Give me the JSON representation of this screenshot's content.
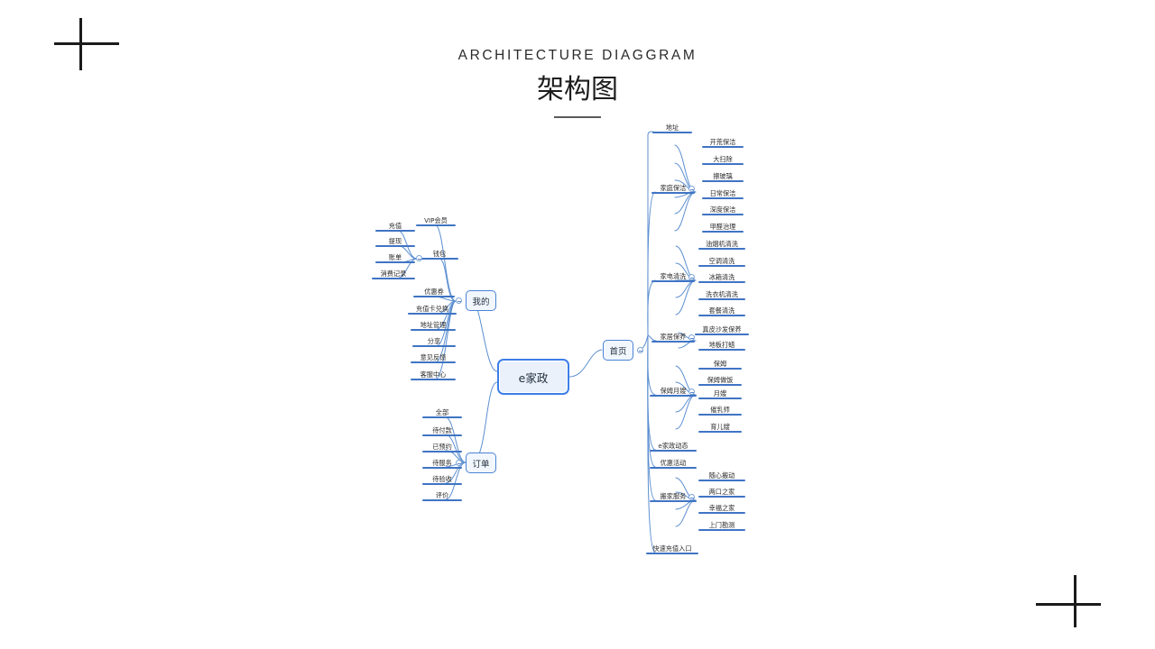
{
  "header": {
    "english_title": "ARCHITECTURE DIAGGRAM",
    "chinese_title": "架构图"
  },
  "diagram": {
    "root": {
      "label": "e家政"
    },
    "branches": [
      {
        "label": "我的",
        "side": "left",
        "children": [
          {
            "label": "VIP会员"
          },
          {
            "label": "钱包",
            "children": [
              {
                "label": "充值"
              },
              {
                "label": "提现"
              },
              {
                "label": "账单"
              },
              {
                "label": "消费记录"
              }
            ]
          },
          {
            "label": "优惠券"
          },
          {
            "label": "充值卡兑换"
          },
          {
            "label": "地址管理"
          },
          {
            "label": "分享"
          },
          {
            "label": "意见反馈"
          },
          {
            "label": "客服中心"
          }
        ]
      },
      {
        "label": "订单",
        "side": "left",
        "children": [
          {
            "label": "全部"
          },
          {
            "label": "待付款"
          },
          {
            "label": "已预约"
          },
          {
            "label": "待服务"
          },
          {
            "label": "待验收"
          },
          {
            "label": "评价"
          }
        ]
      },
      {
        "label": "首页",
        "side": "right",
        "children": [
          {
            "label": "地址"
          },
          {
            "label": "家庭保洁",
            "children": [
              {
                "label": "开荒保洁"
              },
              {
                "label": "大扫除"
              },
              {
                "label": "擦玻璃"
              },
              {
                "label": "日常保洁"
              },
              {
                "label": "深度保洁"
              },
              {
                "label": "甲醛治理"
              }
            ]
          },
          {
            "label": "家电清洗",
            "children": [
              {
                "label": "油烟机清洗"
              },
              {
                "label": "空调清洗"
              },
              {
                "label": "冰箱清洗"
              },
              {
                "label": "洗衣机清洗"
              },
              {
                "label": "套餐清洗"
              }
            ]
          },
          {
            "label": "家居保养",
            "children": [
              {
                "label": "真皮沙发保养"
              },
              {
                "label": "地板打蜡"
              }
            ]
          },
          {
            "label": "保姆月嫂",
            "children": [
              {
                "label": "保姆"
              },
              {
                "label": "保姆做饭"
              },
              {
                "label": "月嫂"
              },
              {
                "label": "催乳师"
              },
              {
                "label": "育儿嫂"
              }
            ]
          },
          {
            "label": "e家政动态"
          },
          {
            "label": "优惠活动"
          },
          {
            "label": "搬家服务",
            "children": [
              {
                "label": "随心搬动"
              },
              {
                "label": "两口之家"
              },
              {
                "label": "幸福之家"
              },
              {
                "label": "上门勘测"
              }
            ]
          },
          {
            "label": "快速充值入口"
          }
        ]
      }
    ]
  },
  "colors": {
    "node_border": "#4a83d6",
    "root_border": "#3d7ee8",
    "root_fill": "#eaf1fb",
    "underline": "#3f74c4",
    "wire": "#5c8fd0",
    "text": "#23313f",
    "crop_mark": "#1b1b1b"
  }
}
